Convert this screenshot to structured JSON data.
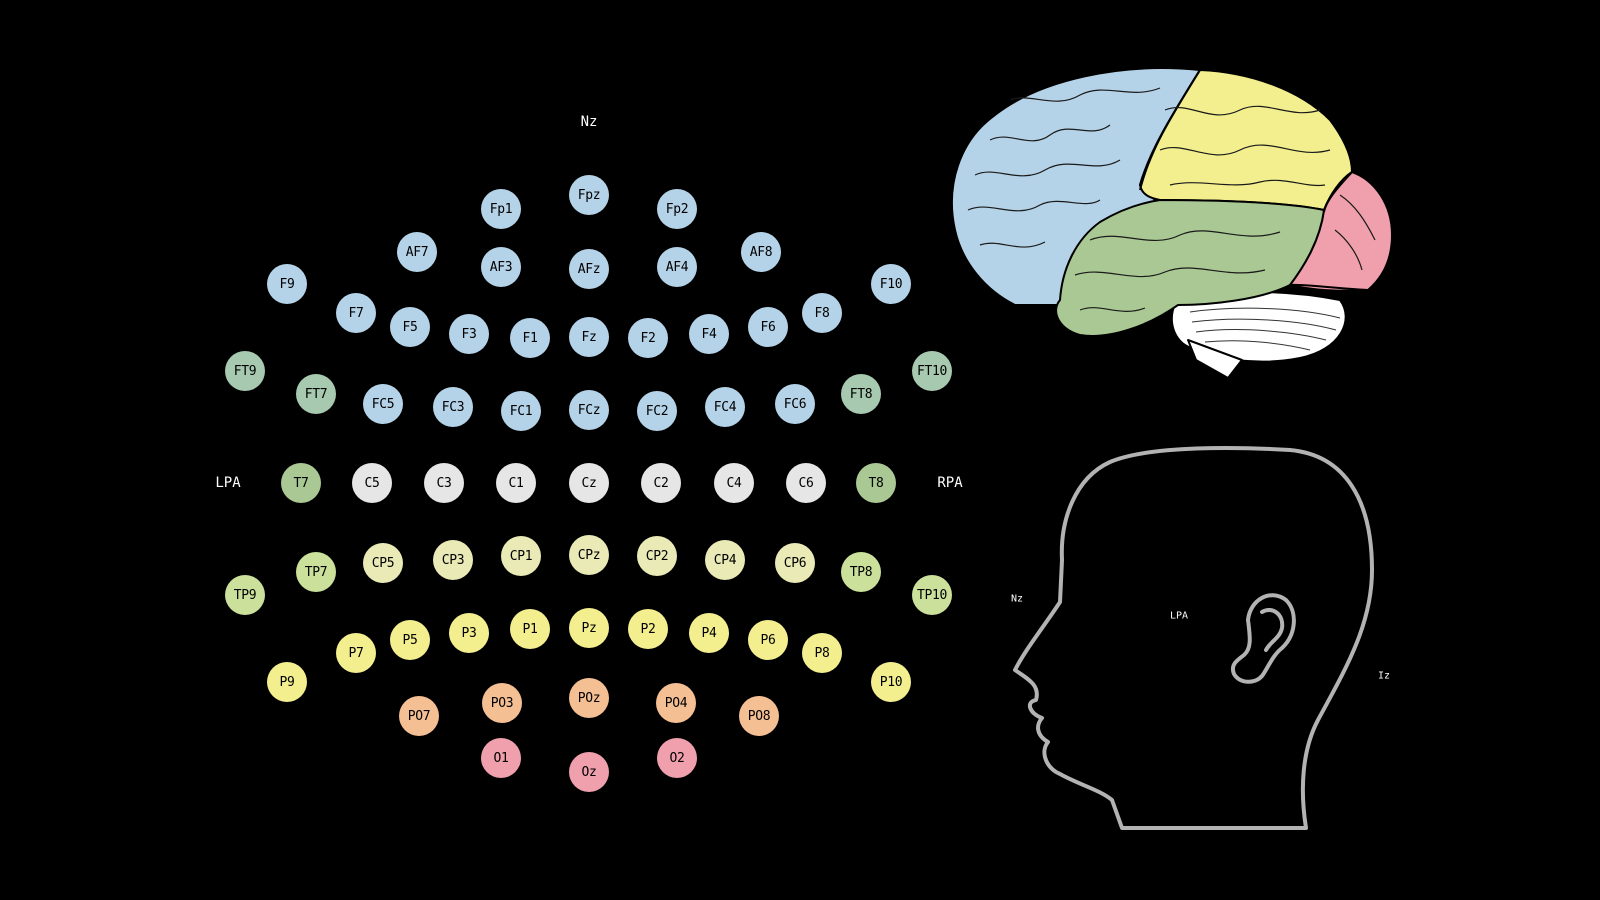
{
  "colors": {
    "background": "#000000",
    "frontal": "#b5d3e8",
    "temporal": "#a9c893",
    "parietal": "#f3ef8f",
    "occipital": "#f0a0ac",
    "central": "#e6e6e6",
    "frontotemporal": "#a7c9b0",
    "centroparietal": "#e9eab5",
    "temporoparietal": "#cbe09a",
    "parietooccipital": "#f5bf94",
    "cerebellum": "#ffffff",
    "head_outline": "#b3b3b3"
  },
  "landmarks": {
    "nz": "Nz",
    "lpa": "LPA",
    "rpa": "RPA"
  },
  "head_labels": {
    "nz": "Nz",
    "lpa": "LPA",
    "iz": "Iz"
  },
  "electrodes": [
    {
      "label": "Fpz",
      "region": "frontal"
    },
    {
      "label": "Fp1",
      "region": "frontal"
    },
    {
      "label": "Fp2",
      "region": "frontal"
    },
    {
      "label": "AF7",
      "region": "frontal"
    },
    {
      "label": "AF3",
      "region": "frontal"
    },
    {
      "label": "AFz",
      "region": "frontal"
    },
    {
      "label": "AF4",
      "region": "frontal"
    },
    {
      "label": "AF8",
      "region": "frontal"
    },
    {
      "label": "F9",
      "region": "frontal"
    },
    {
      "label": "F7",
      "region": "frontal"
    },
    {
      "label": "F5",
      "region": "frontal"
    },
    {
      "label": "F3",
      "region": "frontal"
    },
    {
      "label": "F1",
      "region": "frontal"
    },
    {
      "label": "Fz",
      "region": "frontal"
    },
    {
      "label": "F2",
      "region": "frontal"
    },
    {
      "label": "F4",
      "region": "frontal"
    },
    {
      "label": "F6",
      "region": "frontal"
    },
    {
      "label": "F8",
      "region": "frontal"
    },
    {
      "label": "F10",
      "region": "frontal"
    },
    {
      "label": "FT9",
      "region": "frontotemporal"
    },
    {
      "label": "FT7",
      "region": "frontotemporal"
    },
    {
      "label": "FC5",
      "region": "frontal"
    },
    {
      "label": "FC3",
      "region": "frontal"
    },
    {
      "label": "FC1",
      "region": "frontal"
    },
    {
      "label": "FCz",
      "region": "frontal"
    },
    {
      "label": "FC2",
      "region": "frontal"
    },
    {
      "label": "FC4",
      "region": "frontal"
    },
    {
      "label": "FC6",
      "region": "frontal"
    },
    {
      "label": "FT8",
      "region": "frontotemporal"
    },
    {
      "label": "FT10",
      "region": "frontotemporal"
    },
    {
      "label": "T7",
      "region": "temporal"
    },
    {
      "label": "C5",
      "region": "central"
    },
    {
      "label": "C3",
      "region": "central"
    },
    {
      "label": "C1",
      "region": "central"
    },
    {
      "label": "Cz",
      "region": "central"
    },
    {
      "label": "C2",
      "region": "central"
    },
    {
      "label": "C4",
      "region": "central"
    },
    {
      "label": "C6",
      "region": "central"
    },
    {
      "label": "T8",
      "region": "temporal"
    },
    {
      "label": "TP9",
      "region": "temporoparietal"
    },
    {
      "label": "TP7",
      "region": "temporoparietal"
    },
    {
      "label": "CP5",
      "region": "centroparietal"
    },
    {
      "label": "CP3",
      "region": "centroparietal"
    },
    {
      "label": "CP1",
      "region": "centroparietal"
    },
    {
      "label": "CPz",
      "region": "centroparietal"
    },
    {
      "label": "CP2",
      "region": "centroparietal"
    },
    {
      "label": "CP4",
      "region": "centroparietal"
    },
    {
      "label": "CP6",
      "region": "centroparietal"
    },
    {
      "label": "TP8",
      "region": "temporoparietal"
    },
    {
      "label": "TP10",
      "region": "temporoparietal"
    },
    {
      "label": "P9",
      "region": "parietal"
    },
    {
      "label": "P7",
      "region": "parietal"
    },
    {
      "label": "P5",
      "region": "parietal"
    },
    {
      "label": "P3",
      "region": "parietal"
    },
    {
      "label": "P1",
      "region": "parietal"
    },
    {
      "label": "Pz",
      "region": "parietal"
    },
    {
      "label": "P2",
      "region": "parietal"
    },
    {
      "label": "P4",
      "region": "parietal"
    },
    {
      "label": "P6",
      "region": "parietal"
    },
    {
      "label": "P8",
      "region": "parietal"
    },
    {
      "label": "P10",
      "region": "parietal"
    },
    {
      "label": "PO7",
      "region": "parietooccipital"
    },
    {
      "label": "PO3",
      "region": "parietooccipital"
    },
    {
      "label": "POz",
      "region": "parietooccipital"
    },
    {
      "label": "PO4",
      "region": "parietooccipital"
    },
    {
      "label": "PO8",
      "region": "parietooccipital"
    },
    {
      "label": "O1",
      "region": "occipital"
    },
    {
      "label": "Oz",
      "region": "occipital"
    },
    {
      "label": "O2",
      "region": "occipital"
    }
  ]
}
